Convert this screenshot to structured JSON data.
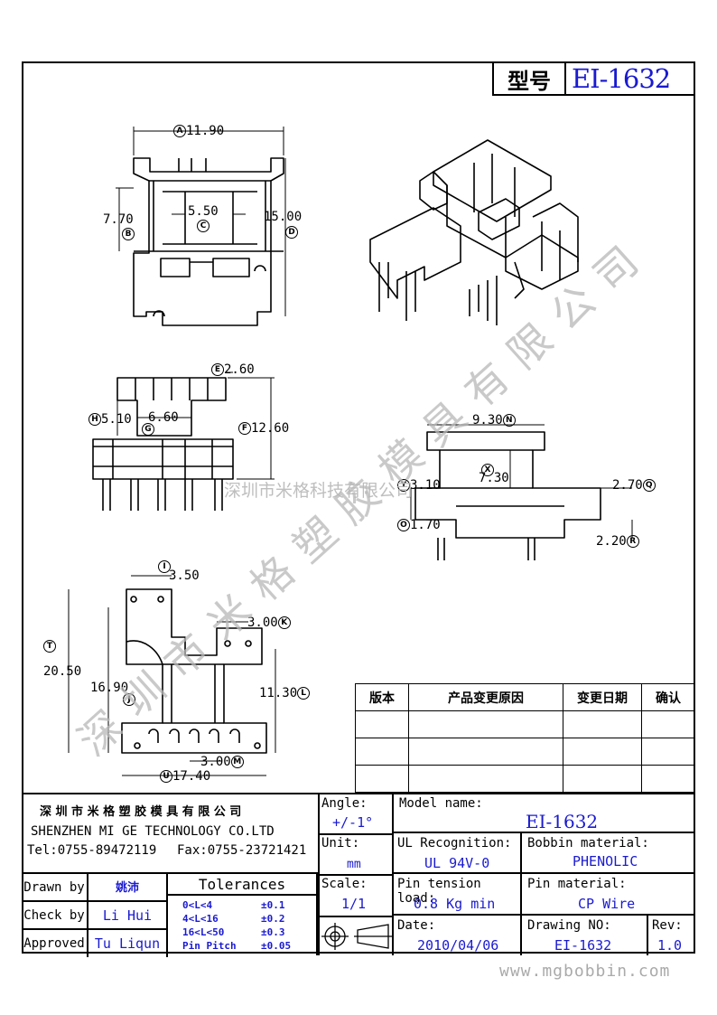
{
  "title": {
    "label": "型号",
    "model": "EI-1632"
  },
  "dimensions": {
    "A": "11.90",
    "B": "7.70",
    "C": "5.50",
    "D": "15.00",
    "E": "2.60",
    "F": "12.60",
    "G": "6.60",
    "H": "5.10",
    "N": "9.30",
    "X": "7.30",
    "Y": "3.10",
    "Q": "2.70",
    "O": "1.70",
    "R": "2.20",
    "I": "3.50",
    "K": "3.00",
    "T": "20.50",
    "J": "16.90",
    "L": "11.30",
    "M": "3.00",
    "U": "17.40"
  },
  "letters": {
    "A": "A",
    "B": "B",
    "C": "C",
    "D": "D",
    "E": "E",
    "F": "F",
    "G": "G",
    "H": "H",
    "N": "N",
    "X": "X",
    "Y": "Y",
    "Q": "Q",
    "O": "O",
    "R": "R",
    "I": "I",
    "K": "K",
    "T": "T",
    "J": "J",
    "L": "L",
    "M": "M",
    "U": "U"
  },
  "watermark": {
    "diagonal": "深圳市米格塑胶模具有限公司",
    "horizontal": "深圳市米格科技有限公司",
    "website": "www.mgbobbin.com"
  },
  "revision_table": {
    "headers": [
      "版本",
      "产品变更原因",
      "变更日期",
      "确认"
    ],
    "rows": 3
  },
  "company": {
    "name_cn": "深 圳 市 米 格 塑 胶 模 具 有 限 公 司",
    "name_en": "SHENZHEN  MI GE TECHNOLOGY  CO.LTD",
    "tel": "Tel:0755-89472119",
    "fax": "Fax:0755-23721421"
  },
  "signoff": {
    "drawn_label": "Drawn by",
    "drawn_value": "姚沛",
    "check_label": "Check by",
    "check_value": "Li Hui",
    "approved_label": "Approved",
    "approved_value": "Tu Liqun"
  },
  "tolerances": {
    "title": "Tolerances",
    "rows": [
      {
        "range": "0<L<4",
        "value": "±0.1"
      },
      {
        "range": "4<L<16",
        "value": "±0.2"
      },
      {
        "range": "16<L<50",
        "value": "±0.3"
      },
      {
        "range": "Pin Pitch",
        "value": "±0.05"
      }
    ]
  },
  "specs": {
    "angle_label": "Angle:",
    "angle_value": "+/-1°",
    "unit_label": "Unit:",
    "unit_value": "mm",
    "scale_label": "Scale:",
    "scale_value": "1/1",
    "model_label": "Model name:",
    "model_value": "EI-1632",
    "ul_label": "UL Recognition:",
    "ul_value": "UL 94V-0",
    "bobbin_label": "Bobbin material:",
    "bobbin_value": "PHENOLIC",
    "pin_tension_label": "Pin tension load:",
    "pin_tension_value": "0.8 Kg min",
    "pin_material_label": "Pin material:",
    "pin_material_value": "CP Wire",
    "date_label": "Date:",
    "date_value": "2010/04/06",
    "drawing_no_label": "Drawing NO:",
    "drawing_no_value": "EI-1632",
    "rev_label": "Rev:",
    "rev_value": "1.0"
  }
}
